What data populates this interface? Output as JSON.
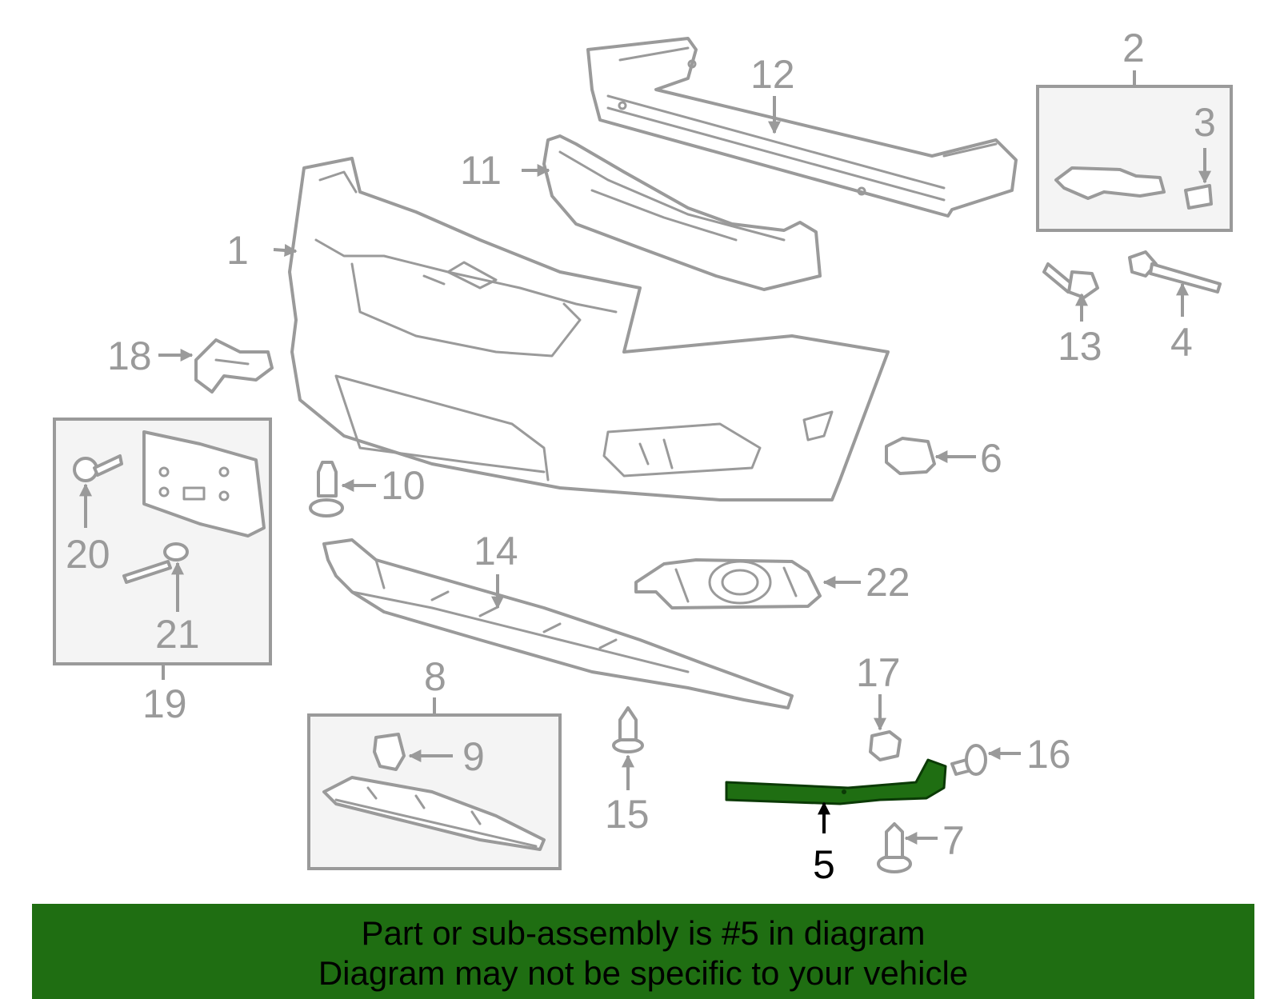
{
  "colors": {
    "banner_background": "#1f6e12",
    "highlighted_part": "#1f6e12",
    "part_outline": "#9a9a9a",
    "active_label": "#000000",
    "box_fill": "#f4f4f4"
  },
  "highlighted_callout": "5",
  "callouts": {
    "c1": "1",
    "c2": "2",
    "c3": "3",
    "c4": "4",
    "c5": "5",
    "c6": "6",
    "c7": "7",
    "c8": "8",
    "c9": "9",
    "c10": "10",
    "c11": "11",
    "c12": "12",
    "c13": "13",
    "c14": "14",
    "c15": "15",
    "c16": "16",
    "c17": "17",
    "c18": "18",
    "c19": "19",
    "c20": "20",
    "c21": "21",
    "c22": "22"
  },
  "banner": {
    "line1": "Part or sub-assembly is #5 in diagram",
    "line2": "Diagram may not be specific to your vehicle"
  }
}
